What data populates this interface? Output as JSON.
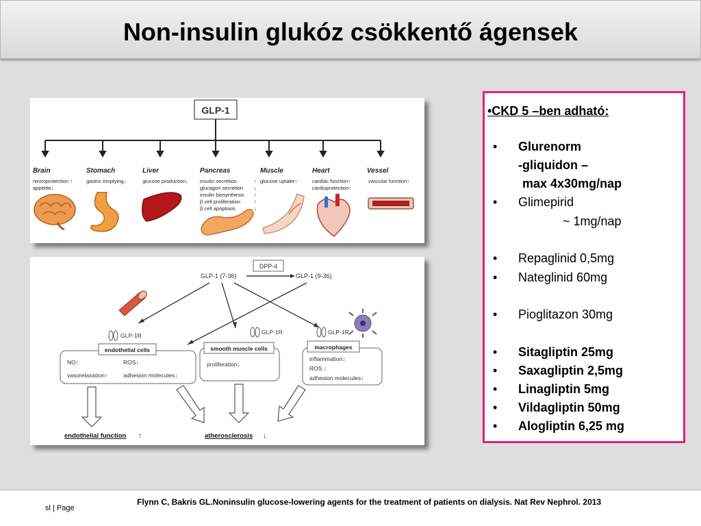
{
  "slide": {
    "title": "Non-insulin glukóz csökkentő ágensek",
    "citation": "Flynn C, Bakris GL.Noninsulin glucose-lowering agents for the treatment of patients on dialysis. Nat Rev Nephrol. 2013",
    "page_tag": "sl | Page"
  },
  "diagram1": {
    "root": "GLP-1",
    "organs": [
      {
        "name": "Brain",
        "effects": [
          "neuroprotection ↑",
          "appetite↓"
        ]
      },
      {
        "name": "Stomach",
        "effects": [
          "gastric emptying↓"
        ]
      },
      {
        "name": "Liver",
        "effects": [
          "glucose production↓"
        ]
      },
      {
        "name": "Pancreas",
        "effects": [
          "insulin secretion",
          "glucagon secretion",
          "insulin biosynthesis",
          "β cell proliferation",
          "β cell apoptosis"
        ],
        "arrows": [
          "↑",
          "↓",
          "↑",
          "↑",
          "↓"
        ]
      },
      {
        "name": "Muscle",
        "effects": [
          "glucose uptake↑"
        ]
      },
      {
        "name": "Heart",
        "effects": [
          "cardiac function↑",
          "cardioprotection↑"
        ]
      },
      {
        "name": "Vessel",
        "effects": [
          "vascular function↑"
        ]
      }
    ]
  },
  "diagram2": {
    "glp_7_36": "GLP-1 (7-36)",
    "dpp4": "DPP-4",
    "glp_9_36": "GLP-1 (9-36)",
    "receptor": "GLP-1R",
    "cells": [
      {
        "name": "endothelial cells",
        "effects": [
          "NO↑",
          "ROS↓",
          "vasorelaxation↑",
          "adhesion molecules↓"
        ]
      },
      {
        "name": "smooth muscle cells",
        "effects": [
          "proliferation↓"
        ]
      },
      {
        "name": "macrophages",
        "effects": [
          "inflammation↓",
          "ROS ↓",
          "adhesion molecules↓"
        ]
      }
    ],
    "outcome_endothelial": "endothelial function",
    "outcome_endothelial_arrow": "↑",
    "outcome_athero": "atherosclerosis",
    "outcome_athero_arrow": "↓"
  },
  "sidebar": {
    "heading": "•CKD 5 –ben adható:",
    "bullet_char": "•",
    "lines": [
      {
        "text": "Glurenorm",
        "bold": true,
        "bullet": true
      },
      {
        "text": "-gliquidon –",
        "bold": true,
        "bullet": false
      },
      {
        "text": "max 4x30mg/nap",
        "bold": true,
        "bullet": false
      },
      {
        "text": "Glimepirid",
        "bold": false,
        "bullet": true
      },
      {
        "text": "~ 1mg/nap",
        "bold": false,
        "bullet": false
      },
      {
        "text": "Repaglinid 0,5mg",
        "bold": false,
        "bullet": true
      },
      {
        "text": "Nateglinid 60mg",
        "bold": false,
        "bullet": true
      },
      {
        "text": "Pioglitazon 30mg",
        "bold": false,
        "bullet": true
      },
      {
        "text": "Sitagliptin 25mg",
        "bold": true,
        "bullet": true
      },
      {
        "text": "Saxagliptin 2,5mg",
        "bold": true,
        "bullet": true
      },
      {
        "text": "Linagliptin 5mg",
        "bold": true,
        "bullet": true
      },
      {
        "text": "Vildagliptin 50mg",
        "bold": true,
        "bullet": true
      },
      {
        "text": "Alogliptin 6,25 mg",
        "bold": true,
        "bullet": true
      }
    ]
  }
}
